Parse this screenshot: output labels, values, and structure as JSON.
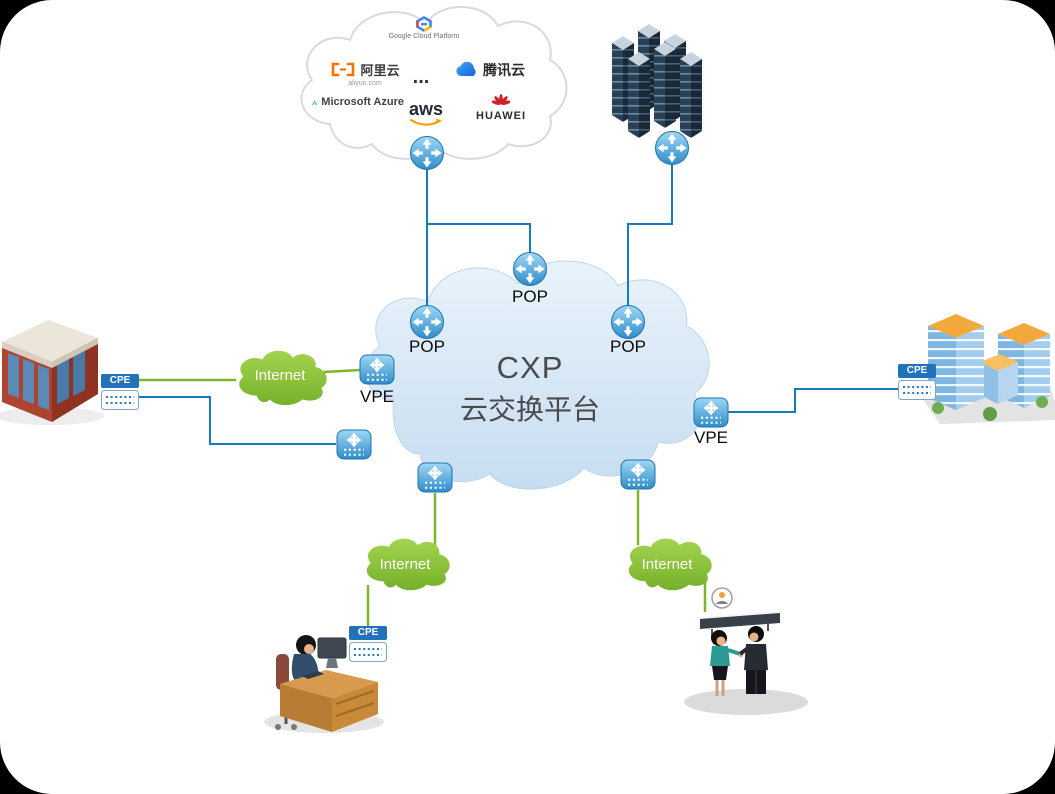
{
  "provider_cloud": {
    "google": "Google Cloud Platform",
    "aliyun": "阿里云",
    "aliyun_domain": "aliyun.com",
    "ellipsis": "...",
    "tencent": "腾讯云",
    "azure": "Microsoft Azure",
    "aws": "aws",
    "huawei": "HUAWEI"
  },
  "cxp": {
    "title": "CXP",
    "subtitle": "云交换平台"
  },
  "node_labels": {
    "pop_top": "POP",
    "pop_left": "POP",
    "pop_right": "POP",
    "vpe_left": "VPE",
    "vpe_right": "VPE"
  },
  "internet_clouds": {
    "left": "Internet",
    "bottom_left": "Internet",
    "bottom_right": "Internet"
  },
  "cpe_badges": {
    "left": "CPE",
    "right": "CPE",
    "desk": "CPE"
  },
  "colors": {
    "link_blue": "#1879bd",
    "link_green": "#7ab62e",
    "cxp_cloud_fill": "#cde0f2",
    "internet_green": "#84bb33",
    "node_blue": "#3b96d2",
    "cpe_badge_blue": "#2272b9",
    "canvas_bg": "#ffffff"
  }
}
